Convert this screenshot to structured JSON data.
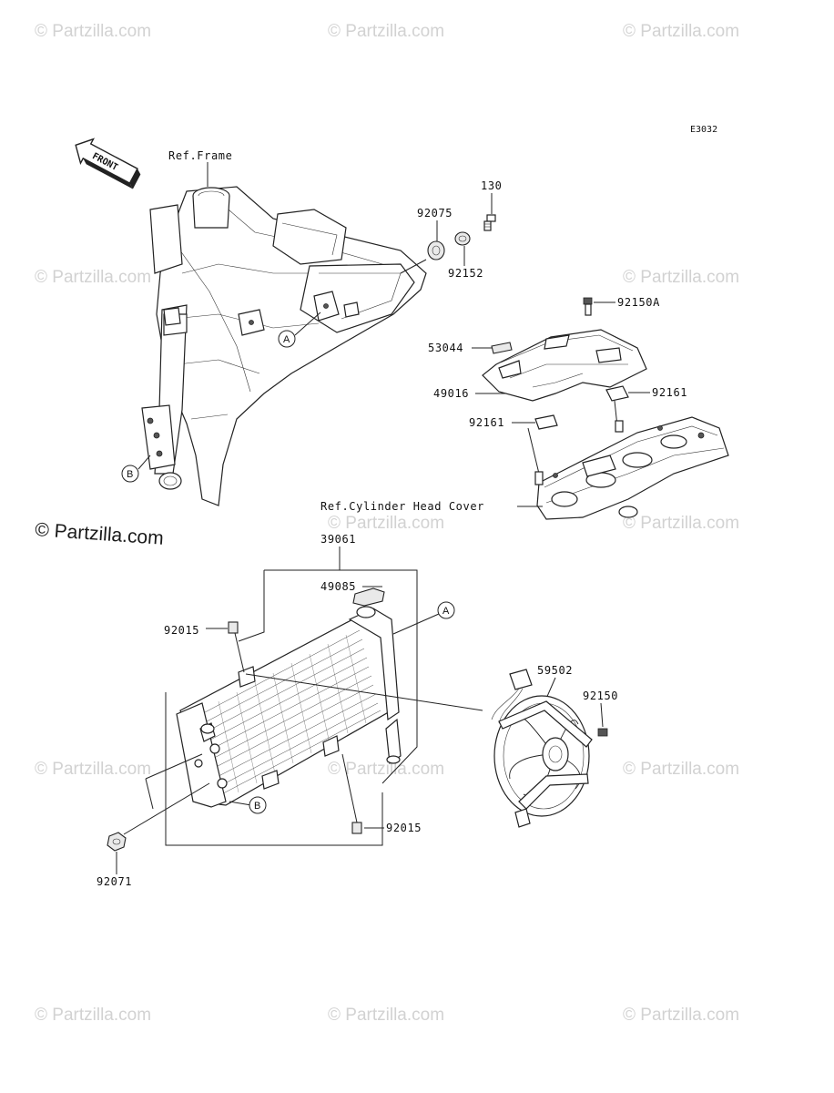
{
  "diagram_code": "E3032",
  "front_arrow_label": "FRONT",
  "watermark_text": "© Partzilla.com",
  "ref_labels": {
    "frame": "Ref.Frame",
    "cylinder_head_cover": "Ref.Cylinder Head Cover"
  },
  "callouts": {
    "a": "A",
    "b": "B"
  },
  "part_numbers": {
    "p130": "130",
    "p92075": "92075",
    "p92152": "92152",
    "p92150A": "92150A",
    "p53044": "53044",
    "p49016": "49016",
    "p92161_right": "92161",
    "p92161_left": "92161",
    "p39061": "39061",
    "p49085": "49085",
    "p92015_top": "92015",
    "p92015_bottom": "92015",
    "p59502": "59502",
    "p92150": "92150",
    "p92071": "92071"
  },
  "colors": {
    "line": "#222222",
    "watermark": "#d2d2d2",
    "background": "#ffffff"
  }
}
